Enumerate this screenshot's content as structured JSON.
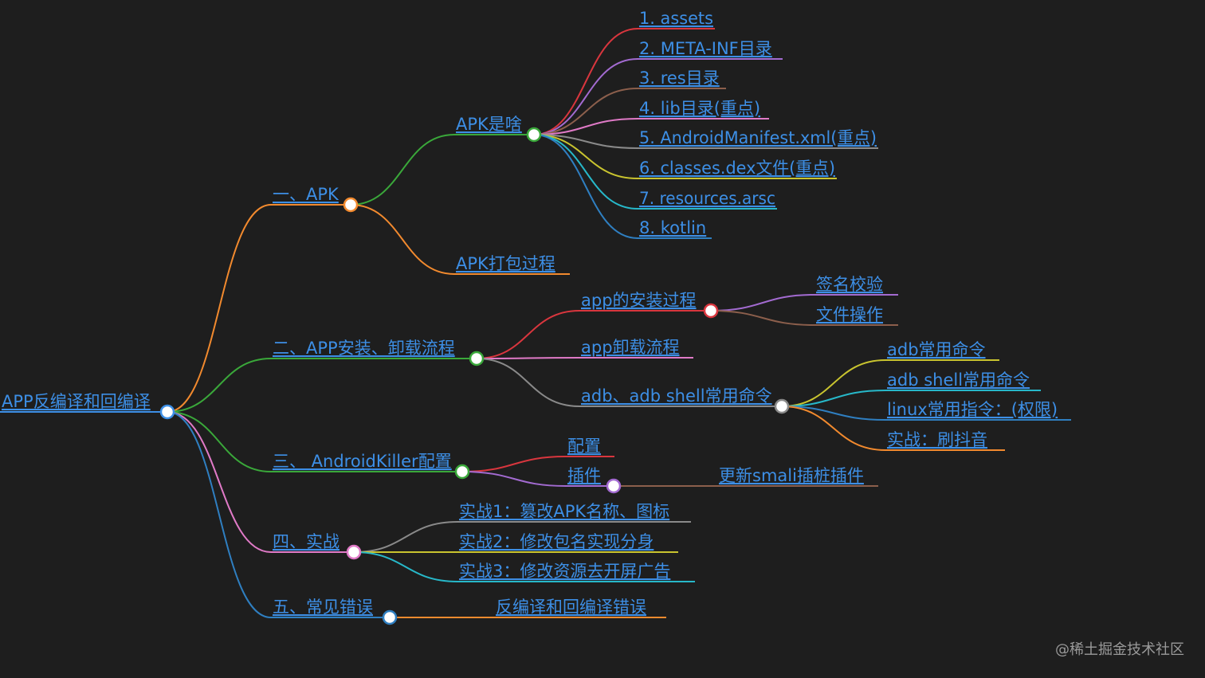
{
  "root": {
    "id": "root",
    "label": "APP反编译和回编译",
    "color": "#3d8fe6"
  },
  "nodes": [
    {
      "id": "n1",
      "label": "一、APK",
      "parent": "root",
      "color": "#f28a2e"
    },
    {
      "id": "n1a",
      "label": "APK是啥",
      "parent": "n1",
      "color": "#3aa83a"
    },
    {
      "id": "n1a1",
      "label": "1. assets",
      "parent": "n1a",
      "color": "#d9363e"
    },
    {
      "id": "n1a2",
      "label": "2. META-INF目录",
      "parent": "n1a",
      "color": "#a36bd1"
    },
    {
      "id": "n1a3",
      "label": "3. res目录",
      "parent": "n1a",
      "color": "#8c5f4c"
    },
    {
      "id": "n1a4",
      "label": "4. lib目录(重点)",
      "parent": "n1a",
      "color": "#e07ac7"
    },
    {
      "id": "n1a5",
      "label": "5. AndroidManifest.xml(重点)",
      "parent": "n1a",
      "color": "#8a8a8a"
    },
    {
      "id": "n1a6",
      "label": "6. classes.dex文件(重点)",
      "parent": "n1a",
      "color": "#c9c42f"
    },
    {
      "id": "n1a7",
      "label": "7. resources.arsc",
      "parent": "n1a",
      "color": "#27b8c9"
    },
    {
      "id": "n1a8",
      "label": "8. kotlin",
      "parent": "n1a",
      "color": "#2f7fc1"
    },
    {
      "id": "n1b",
      "label": "APK打包过程",
      "parent": "n1",
      "color": "#f28a2e"
    },
    {
      "id": "n2",
      "label": "二、APP安装、卸载流程",
      "parent": "root",
      "color": "#3aa83a"
    },
    {
      "id": "n2a",
      "label": "app的安装过程",
      "parent": "n2",
      "color": "#d9363e"
    },
    {
      "id": "n2a1",
      "label": "签名校验",
      "parent": "n2a",
      "color": "#a36bd1"
    },
    {
      "id": "n2a2",
      "label": "文件操作",
      "parent": "n2a",
      "color": "#8c5f4c"
    },
    {
      "id": "n2b",
      "label": "app卸载流程",
      "parent": "n2",
      "color": "#e07ac7"
    },
    {
      "id": "n2c",
      "label": "adb、adb shell常用命令",
      "parent": "n2",
      "color": "#8a8a8a"
    },
    {
      "id": "n2c1",
      "label": "adb常用命令",
      "parent": "n2c",
      "color": "#c9c42f"
    },
    {
      "id": "n2c2",
      "label": "adb shell常用命令",
      "parent": "n2c",
      "color": "#27b8c9"
    },
    {
      "id": "n2c3",
      "label": "linux常用指令：(权限)",
      "parent": "n2c",
      "color": "#2f7fc1"
    },
    {
      "id": "n2c4",
      "label": "实战：刷抖音",
      "parent": "n2c",
      "color": "#f28a2e"
    },
    {
      "id": "n3",
      "label": "三、 AndroidKiller配置",
      "parent": "root",
      "color": "#3aa83a"
    },
    {
      "id": "n3a",
      "label": "配置",
      "parent": "n3",
      "color": "#d9363e"
    },
    {
      "id": "n3b",
      "label": "插件",
      "parent": "n3",
      "color": "#a36bd1"
    },
    {
      "id": "n3b1",
      "label": "更新smali插桩插件",
      "parent": "n3b",
      "color": "#8c5f4c"
    },
    {
      "id": "n4",
      "label": "四、实战",
      "parent": "root",
      "color": "#e07ac7"
    },
    {
      "id": "n4a",
      "label": "实战1：篡改APK名称、图标",
      "parent": "n4",
      "color": "#8a8a8a"
    },
    {
      "id": "n4b",
      "label": "实战2：修改包名实现分身",
      "parent": "n4",
      "color": "#c9c42f"
    },
    {
      "id": "n4c",
      "label": "实战3：修改资源去开屏广告",
      "parent": "n4",
      "color": "#27b8c9"
    },
    {
      "id": "n5",
      "label": "五、常见错误",
      "parent": "root",
      "color": "#2f7fc1"
    },
    {
      "id": "n5a",
      "label": "反编译和回编译错误",
      "parent": "n5",
      "color": "#f28a2e"
    }
  ],
  "watermark": "@稀土掘金技术社区",
  "colors": {
    "background": "#1e1e1e",
    "label": "#3d8fe6",
    "watermark": "#9a9a9a"
  }
}
